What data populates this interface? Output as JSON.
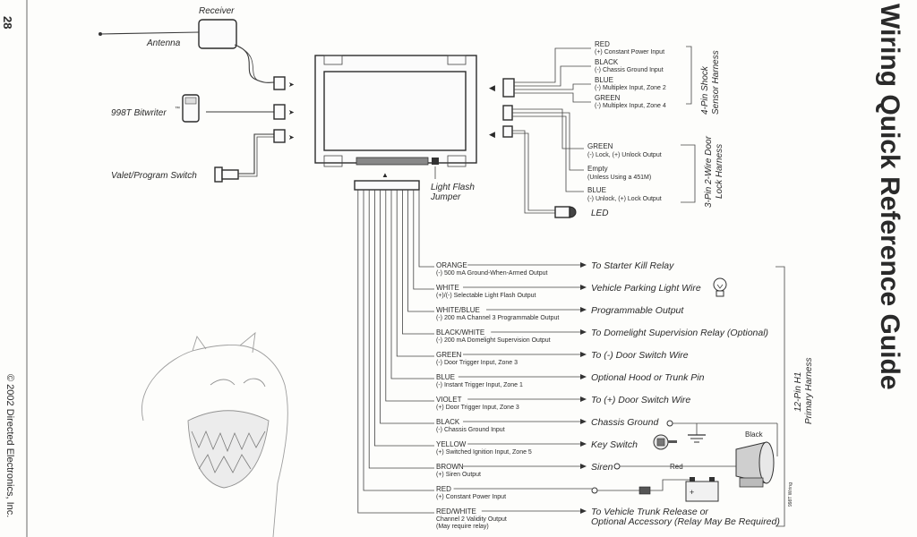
{
  "page": {
    "number": "28",
    "title": "Wiring Quick Reference Guide",
    "copyright": "© 2002 Directed Electronics, Inc.",
    "figure_code": "998T Wiring"
  },
  "left": {
    "receiver": "Receiver",
    "antenna": "Antenna",
    "bitwriter": "998T Bitwriter",
    "tm": "™",
    "valet": "Valet/Program Switch",
    "light_flash": "Light Flash",
    "jumper": "Jumper",
    "led": "LED"
  },
  "shock": {
    "harness_line1": "4-Pin Shock",
    "harness_line2": "Sensor Harness",
    "pins": [
      {
        "color": "RED",
        "desc": "(+) Constant Power Input"
      },
      {
        "color": "BLACK",
        "desc": "(-) Chassis Ground Input"
      },
      {
        "color": "BLUE",
        "desc": "(-) Multiplex Input, Zone 2"
      },
      {
        "color": "GREEN",
        "desc": "(-) Multiplex Input, Zone 4"
      }
    ]
  },
  "door": {
    "harness_line1": "3-Pin 2-Wire Door",
    "harness_line2": "Lock Harness",
    "pins": [
      {
        "color": "GREEN",
        "desc": "(-) Lock, (+) Unlock Output"
      },
      {
        "color": "Empty",
        "desc": "(Unless Using a 451M)"
      },
      {
        "color": "BLUE",
        "desc": "(-) Unlock, (+) Lock Output"
      }
    ]
  },
  "primary": {
    "harness_line1": "12-Pin H1",
    "harness_line2": "Primary Harness",
    "wires": [
      {
        "color": "ORANGE",
        "desc": "(-) 500 mA Ground-When-Armed Output",
        "dest": "To Starter Kill Relay"
      },
      {
        "color": "WHITE",
        "desc": "(+)/(-) Selectable Light Flash Output",
        "dest": "Vehicle Parking Light Wire"
      },
      {
        "color": "WHITE/BLUE",
        "desc": "(-) 200 mA Channel 3 Programmable Output",
        "dest": "Programmable Output"
      },
      {
        "color": "BLACK/WHITE",
        "desc": "(-) 200 mA Domelight Supervision Output",
        "dest": "To Domelight Supervision Relay (Optional)"
      },
      {
        "color": "GREEN",
        "desc": "(-) Door Trigger Input, Zone 3",
        "dest": "To (-) Door Switch Wire"
      },
      {
        "color": "BLUE",
        "desc": "(-) Instant Trigger Input, Zone 1",
        "dest": "Optional Hood or Trunk Pin"
      },
      {
        "color": "VIOLET",
        "desc": "(+) Door Trigger Input, Zone 3",
        "dest": "To (+) Door Switch Wire"
      },
      {
        "color": "BLACK",
        "desc": "(-) Chassis Ground Input",
        "dest": "Chassis Ground"
      },
      {
        "color": "YELLOW",
        "desc": "(+) Switched Ignition Input, Zone 5",
        "dest": "Key Switch"
      },
      {
        "color": "BROWN",
        "desc": "(+) Siren Output",
        "dest": "Siren"
      },
      {
        "color": "RED",
        "desc": "(+) Constant Power Input",
        "dest": ""
      },
      {
        "color": "RED/WHITE",
        "desc": "Channel 2 Validity Output",
        "desc2": "(May require relay)",
        "dest": "To Vehicle Trunk Release or",
        "dest2": "Optional Accessory (Relay May Be Required)"
      }
    ]
  },
  "components": {
    "siren_black": "Black",
    "siren_red": "Red"
  }
}
